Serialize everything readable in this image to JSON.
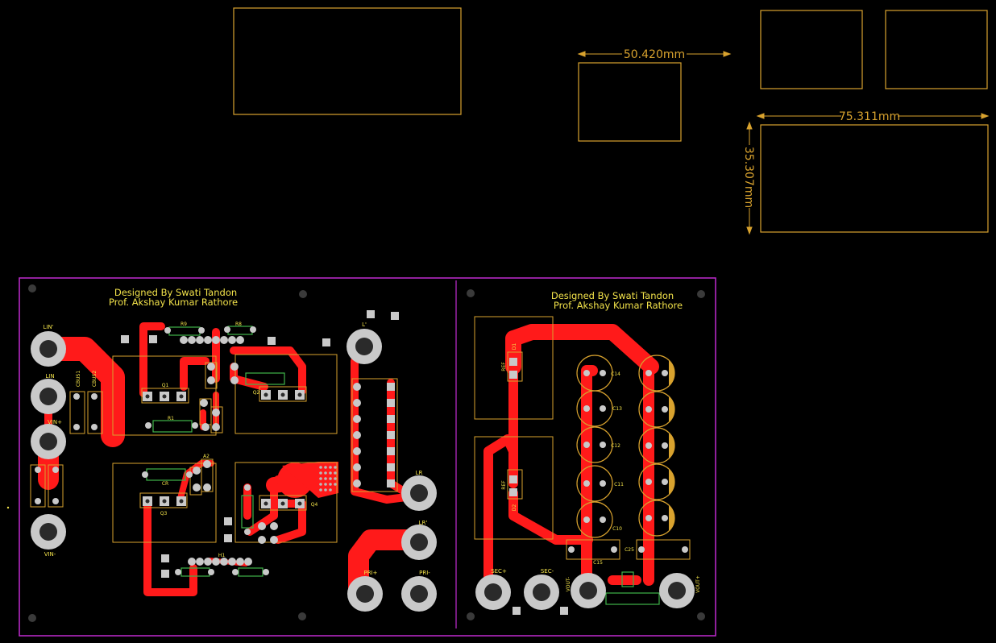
{
  "colors": {
    "background": "#000000",
    "copper": "#ff1a1a",
    "silkscreen": "#f2e24a",
    "outline": "#d8a22e",
    "board_edge": "#c02bd0",
    "pad": "#c9c9c9",
    "hole": "#2a2a2a",
    "component_body": "#3fb54a"
  },
  "dimensions": {
    "width_a": "50.420mm",
    "width_b": "75.311mm",
    "height_b": "35.307mm"
  },
  "credits": {
    "left_line1": "Designed By Swati Tandon",
    "left_line2": "Prof. Akshay Kumar Rathore",
    "right_line1": "Designed By Swati Tandon",
    "right_line2": "Prof. Akshay Kumar Rathore"
  },
  "labels": {
    "lin_prime": "LIN'",
    "lin": "LIN",
    "vin_plus": "VIN+",
    "vin_minus": "VIN-",
    "l_prime": "L'",
    "lr": "LR",
    "lr_prime": "LR'",
    "pri_plus": "PRI+",
    "pri_minus": "PRI-",
    "sec_plus": "SEC+",
    "sec_minus": "SEC-",
    "vout_minus": "VOUT-",
    "vout_plus": "VOUT+",
    "cbus1": "CBUS1",
    "cbus2": "CBUS2",
    "q1": "Q1",
    "q2": "Q2",
    "q3": "Q3",
    "q4": "Q4",
    "r1": "R1",
    "r8": "R8",
    "r9": "R9",
    "cr": "CR",
    "d1": "D1",
    "d2": "D2",
    "ref1": "REF",
    "ref2": "REF",
    "c10": "C10",
    "c11": "C11",
    "c12": "C12",
    "c13": "C13",
    "c14": "C14",
    "c15": "C15",
    "c25": "C25",
    "h1": "H1",
    "a2": "A2"
  }
}
